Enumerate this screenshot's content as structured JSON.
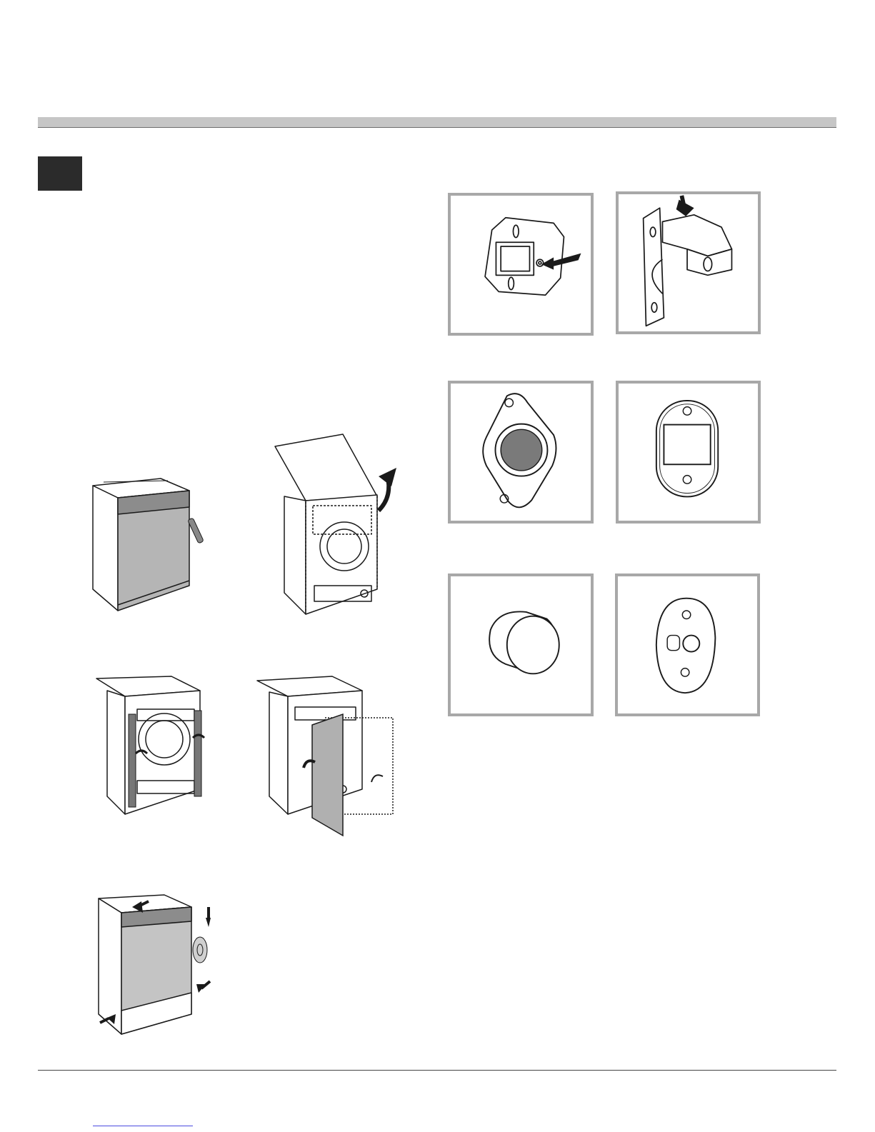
{
  "page": {},
  "figures": {
    "installation_steps": [
      "machine-front-panel",
      "machine-top-lifted",
      "machine-side-strips",
      "machine-door-mounted",
      "machine-final-assembly"
    ],
    "parts": [
      "door-hinge-plate",
      "door-hinge-bracket",
      "magnet-catch",
      "catch-plate",
      "round-knob",
      "mounting-plate"
    ]
  },
  "colors": {
    "header_bar": "#c6c6c6",
    "section_marker": "#2b2b2b",
    "panel_border": "#a8a8a8",
    "line_art": "#1a1a1a",
    "panel_gray": "#b5b5b5"
  }
}
